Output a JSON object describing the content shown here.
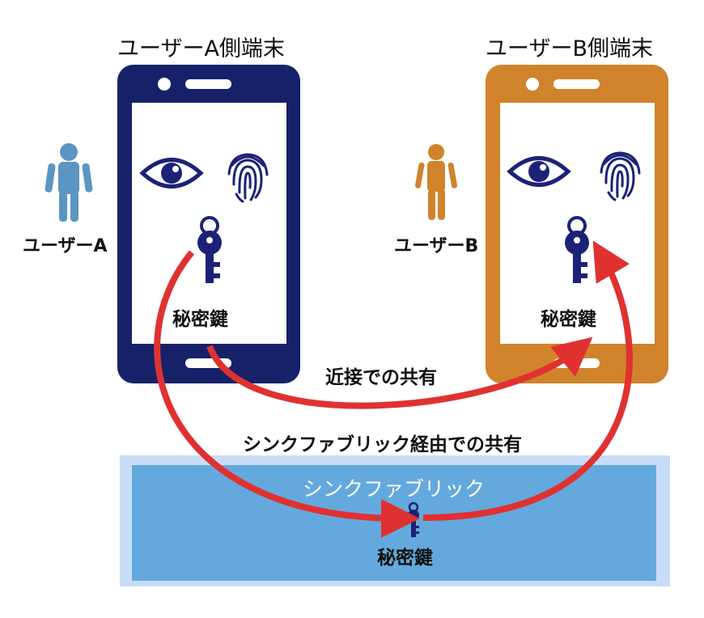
{
  "device_a": {
    "title": "ユーザーA側端末",
    "key_label": "秘密鍵",
    "color": "#16216A"
  },
  "device_b": {
    "title": "ユーザーB側端末",
    "key_label": "秘密鍵",
    "color": "#D0832B"
  },
  "user_a": {
    "label": "ユーザーA",
    "color": "#5B95C2"
  },
  "user_b": {
    "label": "ユーザーB",
    "color": "#D0832B"
  },
  "proximity_label": "近接での共有",
  "sync_path_label": "シンクファブリック経由での共有",
  "sync_fabric": {
    "title": "シンクファブリック",
    "key_label": "秘密鍵",
    "outer_color": "#C7DDF7",
    "inner_color": "#64A9DD"
  },
  "arrow_color": "#E03131",
  "icon_color": "#1C2277"
}
